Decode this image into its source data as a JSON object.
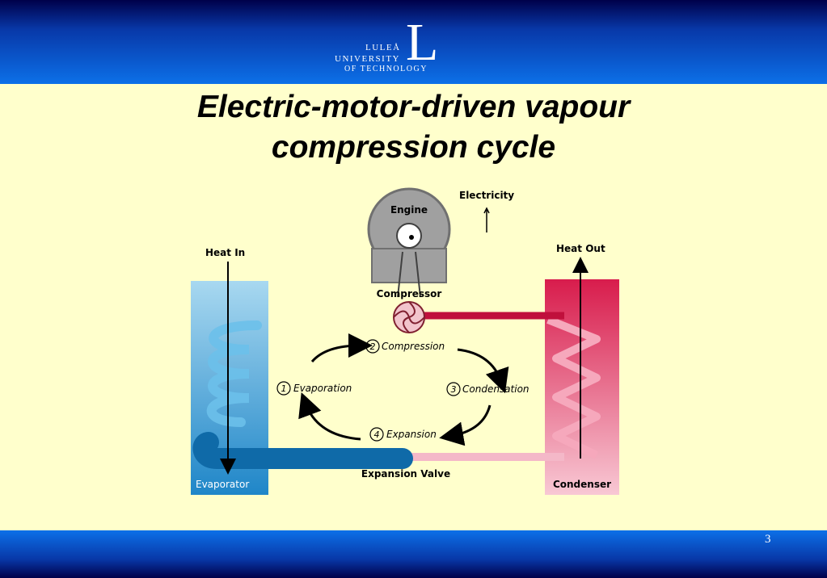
{
  "header": {
    "logo": {
      "line1": "LULEÅ",
      "line2": "UNIVERSITY",
      "line3": "OF TECHNOLOGY",
      "mark": "L"
    }
  },
  "slide": {
    "title_line1": "Electric-motor-driven vapour",
    "title_line2": "compression cycle",
    "page_number": "3"
  },
  "diagram": {
    "electricity": "Electricity",
    "engine": "Engine",
    "compressor": "Compressor",
    "heat_in": "Heat In",
    "heat_out": "Heat Out",
    "evaporator": "Evaporator",
    "condenser": "Condenser",
    "expansion_valve": "Expansion Valve",
    "steps": [
      {
        "num": "1",
        "label": "Evaporation"
      },
      {
        "num": "2",
        "label": "Compression"
      },
      {
        "num": "3",
        "label": "Condensation"
      },
      {
        "num": "4",
        "label": "Expansion"
      }
    ],
    "colors": {
      "cold": "#3ba4d8",
      "hot": "#e8305a",
      "background": "#ffffcc",
      "bar": "#0c70e8"
    }
  }
}
